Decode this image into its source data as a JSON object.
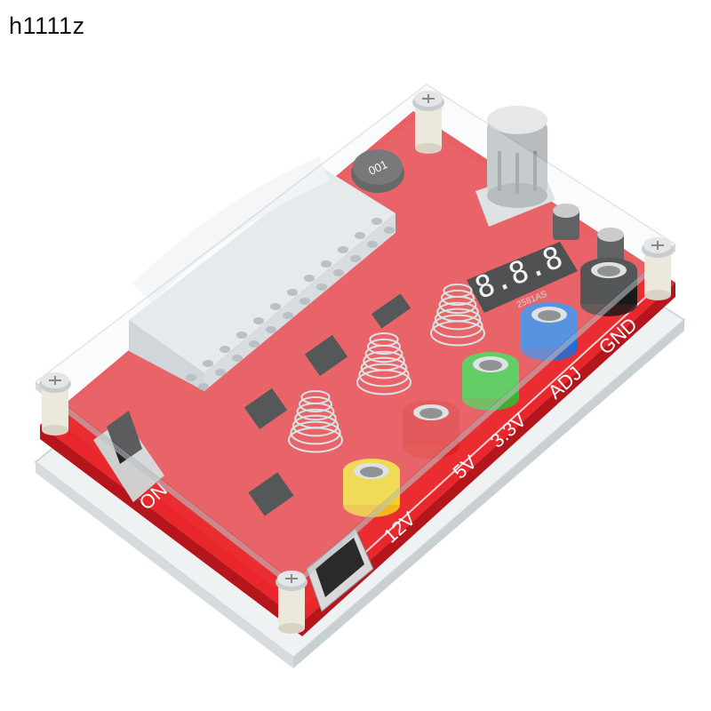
{
  "watermark": "h1111z",
  "board": {
    "outputs": [
      {
        "label": "12V",
        "jack_color": "#f2d21a"
      },
      {
        "label": "5V",
        "jack_color": "#e01f1f"
      },
      {
        "label": "3.3V",
        "jack_color": "#2fbf2f"
      },
      {
        "label": "ADJ",
        "jack_color": "#1f6fd8"
      },
      {
        "label": "GND",
        "jack_color": "#1a1a1a"
      }
    ],
    "switch_label": "ON",
    "inductor_label": "001",
    "display_model": "2581AS",
    "display_reading": "8.8.8",
    "pcb_color": "#e8262b",
    "acrylic_color": "#e9eef0"
  }
}
